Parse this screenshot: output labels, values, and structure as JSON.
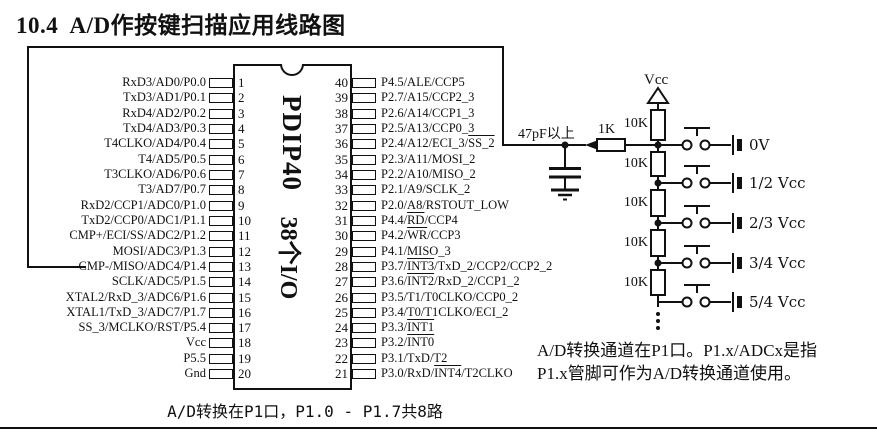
{
  "title": "10.4  A/D作按键扫描应用线路图",
  "chip": {
    "package": "PDIP40",
    "io_count": "38个I/O",
    "left_pins": [
      {
        "num": "1",
        "label": "RxD3/AD0/P0.0"
      },
      {
        "num": "2",
        "label": "TxD3/AD1/P0.1"
      },
      {
        "num": "3",
        "label": "RxD4/AD2/P0.2"
      },
      {
        "num": "4",
        "label": "TxD4/AD3/P0.3"
      },
      {
        "num": "5",
        "label": "T4CLKO/AD4/P0.4"
      },
      {
        "num": "6",
        "label": "T4/AD5/P0.5"
      },
      {
        "num": "7",
        "label": "T3CLKO/AD6/P0.6"
      },
      {
        "num": "8",
        "label": "T3/AD7/P0.7"
      },
      {
        "num": "9",
        "label": "RxD2/CCP1/ADC0/P1.0"
      },
      {
        "num": "10",
        "label": "TxD2/CCP0/ADC1/P1.1"
      },
      {
        "num": "11",
        "label": "CMP+/ECI/SS/ADC2/P1.2"
      },
      {
        "num": "12",
        "label": "MOSI/ADC3/P1.3"
      },
      {
        "num": "13",
        "label": "CMP-/MISO/ADC4/P1.4"
      },
      {
        "num": "14",
        "label": "SCLK/ADC5/P1.5"
      },
      {
        "num": "15",
        "label": "XTAL2/RxD_3/ADC6/P1.6"
      },
      {
        "num": "16",
        "label": "XTAL1/TxD_3/ADC7/P1.7"
      },
      {
        "num": "17",
        "label": "SS_3/MCLKO/RST/P5.4"
      },
      {
        "num": "18",
        "label": "Vcc"
      },
      {
        "num": "19",
        "label": "P5.5"
      },
      {
        "num": "20",
        "label": "Gnd"
      }
    ],
    "right_pins": [
      {
        "num": "40",
        "label": "P4.5/ALE/CCP5"
      },
      {
        "num": "39",
        "label": "P2.7/A15/CCP2_3"
      },
      {
        "num": "38",
        "label": "P2.6/A14/CCP1_3"
      },
      {
        "num": "37",
        "label": "P2.5/A13/CCP0_3"
      },
      {
        "num": "36",
        "label": "P2.4/A12/ECI_3/[SS_2]"
      },
      {
        "num": "35",
        "label": "P2.3/A11/MOSI_2"
      },
      {
        "num": "34",
        "label": "P2.2/A10/MISO_2"
      },
      {
        "num": "33",
        "label": "P2.1/A9/SCLK_2"
      },
      {
        "num": "32",
        "label": "P2.0/A8/RSTOUT_LOW"
      },
      {
        "num": "31",
        "label": "P4.4/[RD]/CCP4"
      },
      {
        "num": "30",
        "label": "P4.2/[WR]/CCP3"
      },
      {
        "num": "29",
        "label": "P4.1/MISO_3"
      },
      {
        "num": "28",
        "label": "P3.7/[INT3]/TxD_2/CCP2/CCP2_2"
      },
      {
        "num": "27",
        "label": "P3.6/[INT2]/RxD_2/CCP1_2"
      },
      {
        "num": "26",
        "label": "P3.5/T1/T0CLKO/CCP0_2"
      },
      {
        "num": "25",
        "label": "P3.4/T0/T1CLKO/ECI_2"
      },
      {
        "num": "24",
        "label": "P3.3/[INT1]"
      },
      {
        "num": "23",
        "label": "P3.2/[INT0]"
      },
      {
        "num": "22",
        "label": "P3.1/TxD/T2"
      },
      {
        "num": "21",
        "label": "P3.0/RxD/[INT4]/T2CLKO"
      }
    ]
  },
  "circuit": {
    "vcc": "Vcc",
    "cap": "47pF以上",
    "r_series": "1K",
    "r10k": "10K",
    "keys": [
      "0V",
      "1/2 Vcc",
      "2/3 Vcc",
      "3/4 Vcc",
      "5/4 Vcc"
    ],
    "line_color": "#111111"
  },
  "captions": {
    "chip_bottom": "A/D转换在P1口，P1.0 - P1.7共8路",
    "note1": "A/D转换通道在P1口。P1.x/ADCx是指",
    "note2": "P1.x管脚可作为A/D转换通道使用。"
  }
}
